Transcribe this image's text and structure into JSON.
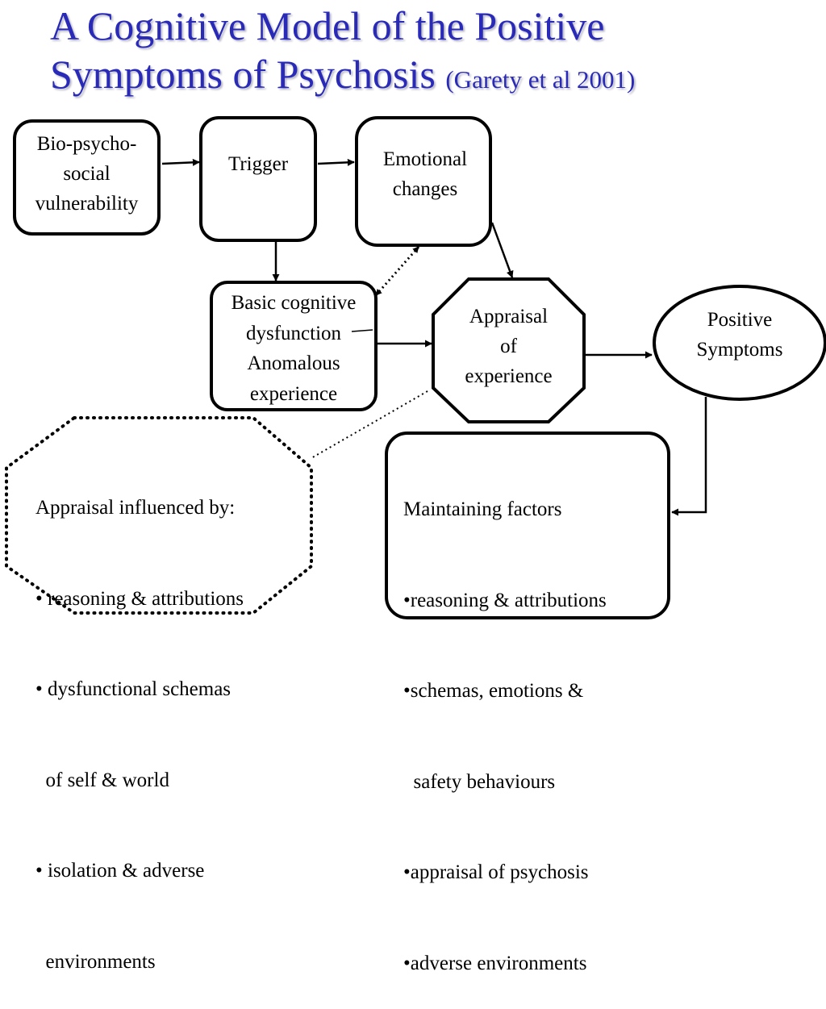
{
  "title": {
    "line1": "A Cognitive Model of the Positive",
    "line2": "Symptoms of Psychosis",
    "citation": "(Garety et al 2001)"
  },
  "nodes": {
    "vulnerability": {
      "lines": [
        "Bio-psycho-",
        "social",
        "vulnerability"
      ]
    },
    "trigger": {
      "lines": [
        "Trigger"
      ]
    },
    "emotional_changes": {
      "lines": [
        "Emotional",
        "changes"
      ]
    },
    "basic_cognitive": {
      "lines": [
        "Basic cognitive",
        "dysfunction",
        "Anomalous",
        "experience"
      ]
    },
    "appraisal": {
      "lines": [
        "Appraisal",
        "of",
        "experience"
      ]
    },
    "positive_symptoms": {
      "lines": [
        "Positive",
        "Symptoms"
      ]
    }
  },
  "appraisal_influences": {
    "heading": "Appraisal influenced by:",
    "items": [
      "• reasoning & attributions",
      "• dysfunctional schemas",
      "  of self & world",
      "• isolation & adverse",
      "  environments"
    ]
  },
  "maintaining_factors": {
    "heading": "Maintaining factors",
    "items": [
      "•reasoning & attributions",
      "•schemas, emotions &",
      "  safety behaviours",
      "•appraisal of psychosis",
      "•adverse environments"
    ]
  },
  "colors": {
    "title": "#2a2ab8",
    "stroke": "#000000",
    "background": "#ffffff"
  }
}
